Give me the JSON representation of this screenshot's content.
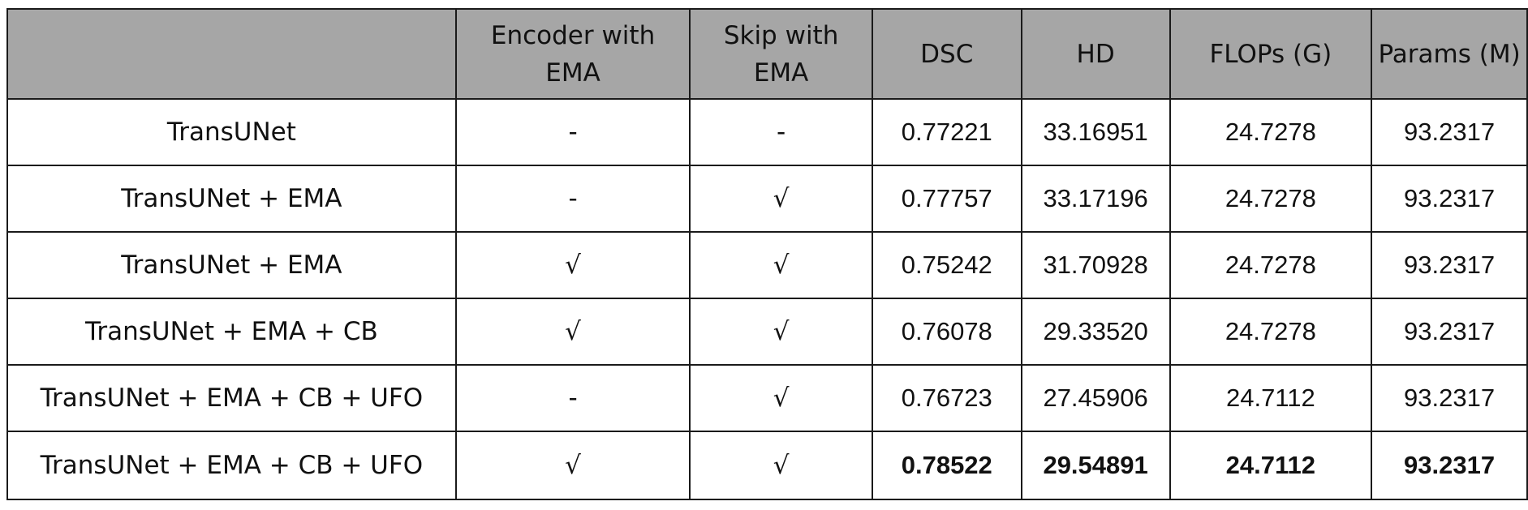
{
  "table": {
    "headers": [
      "",
      "Encoder with EMA",
      "Skip with EMA",
      "DSC",
      "HD",
      "FLOPs (G)",
      "Params (M)"
    ],
    "rows": [
      {
        "model": "TransUNet",
        "encoder_ema": "-",
        "skip_ema": "-",
        "dsc": "0.77221",
        "hd": "33.16951",
        "flops": "24.7278",
        "params": "93.2317"
      },
      {
        "model": "TransUNet + EMA",
        "encoder_ema": "-",
        "skip_ema": "√",
        "dsc": "0.77757",
        "hd": "33.17196",
        "flops": "24.7278",
        "params": "93.2317"
      },
      {
        "model": "TransUNet + EMA",
        "encoder_ema": "√",
        "skip_ema": "√",
        "dsc": "0.75242",
        "hd": "31.70928",
        "flops": "24.7278",
        "params": "93.2317"
      },
      {
        "model": "TransUNet + EMA + CB",
        "encoder_ema": "√",
        "skip_ema": "√",
        "dsc": "0.76078",
        "hd": "29.33520",
        "flops": "24.7278",
        "params": "93.2317"
      },
      {
        "model": "TransUNet + EMA + CB + UFO",
        "encoder_ema": "-",
        "skip_ema": "√",
        "dsc": "0.76723",
        "hd": "27.45906",
        "flops": "24.7112",
        "params": "93.2317"
      },
      {
        "model": "TransUNet + EMA + CB + UFO",
        "encoder_ema": "√",
        "skip_ema": "√",
        "dsc": "0.78522",
        "hd": "29.54891",
        "flops": "24.7112",
        "params": "93.2317"
      }
    ],
    "bold_row_index": 5
  }
}
